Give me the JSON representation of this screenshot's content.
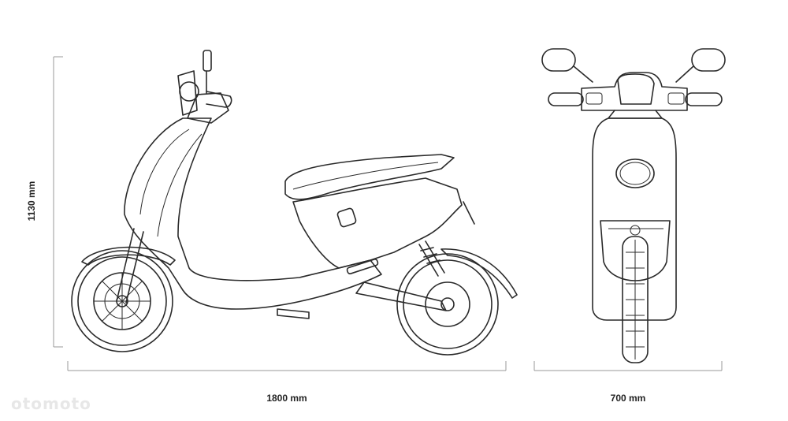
{
  "dimensions": {
    "height_label": "1130 mm",
    "length_label": "1800 mm",
    "width_label": "700 mm"
  },
  "watermark": "otomoto",
  "colors": {
    "line": "#2a2a2a",
    "dimension_line": "#9a9a9a",
    "background": "#ffffff"
  }
}
